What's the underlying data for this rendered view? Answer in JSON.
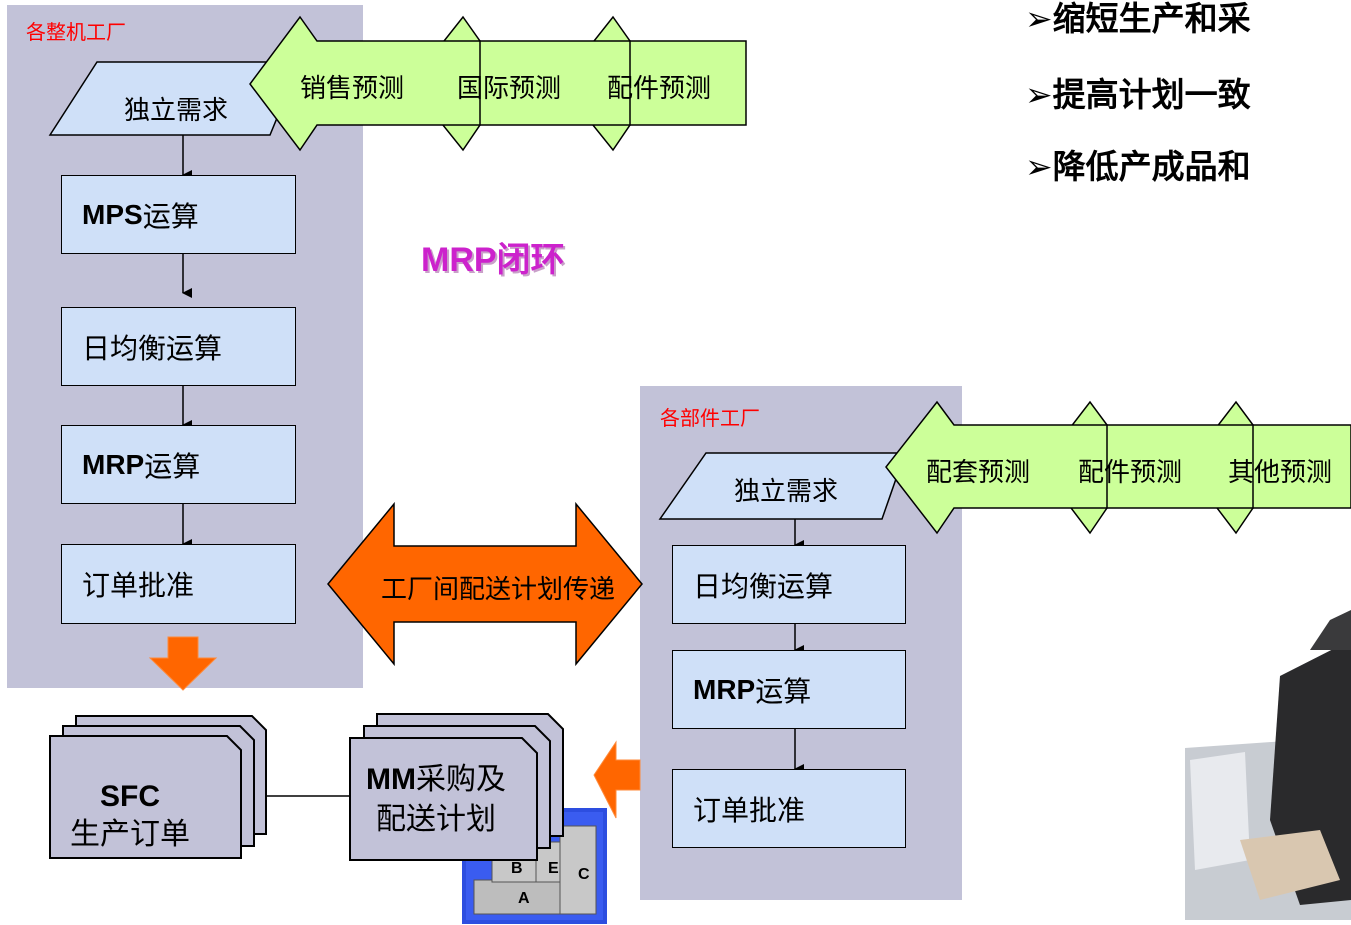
{
  "bullets": [
    "缩短生产和采",
    "提高计划一致",
    "降低产成品和"
  ],
  "bullet_marker": "➢",
  "center_title": "MRP闭环",
  "left_factory": {
    "label": "各整机工厂",
    "demand": "独立需求",
    "forecasts": [
      "销售预测",
      "国际预测",
      "配件预测"
    ],
    "steps": [
      {
        "bold": "MPS",
        "text": "运算"
      },
      {
        "bold": "",
        "text": "日均衡运算"
      },
      {
        "bold": "MRP",
        "text": "运算"
      },
      {
        "bold": "",
        "text": "订单批准"
      }
    ]
  },
  "right_factory": {
    "label": "各部件工厂",
    "demand": "独立需求",
    "forecasts": [
      "配套预测",
      "配件预测",
      "其他预测"
    ],
    "steps": [
      {
        "bold": "",
        "text": "日均衡运算"
      },
      {
        "bold": "MRP",
        "text": "运算"
      },
      {
        "bold": "",
        "text": "订单批准"
      }
    ]
  },
  "transfer_arrow": "工厂间配送计划传递",
  "sfc_doc": {
    "bold": "SFC",
    "text": "生产订单"
  },
  "mm_doc": {
    "bold": "MM",
    "text_1": "采购及",
    "text_2": "配送计划"
  },
  "inventory_labels": [
    "A",
    "B",
    "E",
    "C"
  ],
  "colors": {
    "panel": "#c2c2d8",
    "box": "#cfe0f8",
    "forecast_arrow": "#ccff99",
    "orange": "#ff6600",
    "red_label": "#ff0000",
    "title": "#cc22cc"
  }
}
